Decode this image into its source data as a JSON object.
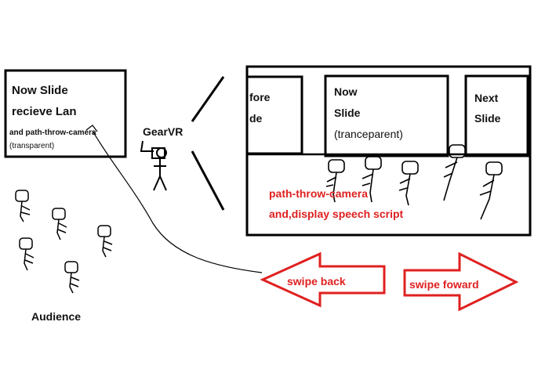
{
  "colors": {
    "ink": "#000000",
    "accent": "#e02020",
    "background": "#ffffff"
  },
  "left_panel": {
    "line1": "Now Slide",
    "line2": "recieve Lan",
    "line3": "and path-throw-camera",
    "line4": "(transparent)"
  },
  "gearvr": {
    "label": "GearVR"
  },
  "view": {
    "before_line1": "fore",
    "before_line2": "de",
    "now_line1": "Now",
    "now_line2": "Slide",
    "now_line3": "(tranceparent)",
    "next_line1": "Next",
    "next_line2": "Slide",
    "caption_line1": "path-throw-camera",
    "caption_line2": "and,display speech script"
  },
  "audience": {
    "label": "Audience"
  },
  "arrows": {
    "back_label": "swipe back",
    "forward_label": "swipe foward"
  }
}
